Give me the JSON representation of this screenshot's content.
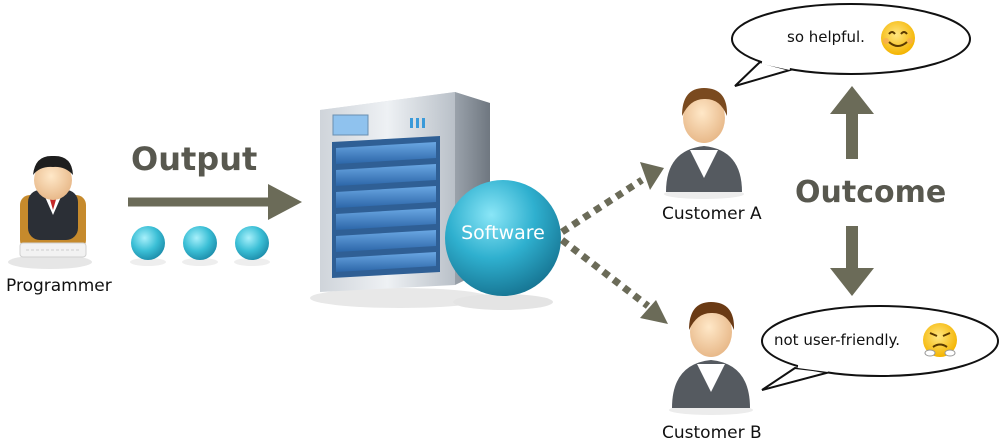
{
  "programmer": {
    "label": "Programmer"
  },
  "output": {
    "label": "Output"
  },
  "software": {
    "label": "Software"
  },
  "outcome": {
    "label": "Outcome"
  },
  "customer_a": {
    "label": "Customer A",
    "speech": "so helpful."
  },
  "customer_b": {
    "label": "Customer B",
    "speech": "not user-friendly."
  },
  "colors": {
    "arrow": "#6b6b58",
    "dot": "#3bbfd6",
    "software_circle": "#2fb0cf",
    "server_panel": "#3d7fc4",
    "text_dark": "#58584f"
  }
}
